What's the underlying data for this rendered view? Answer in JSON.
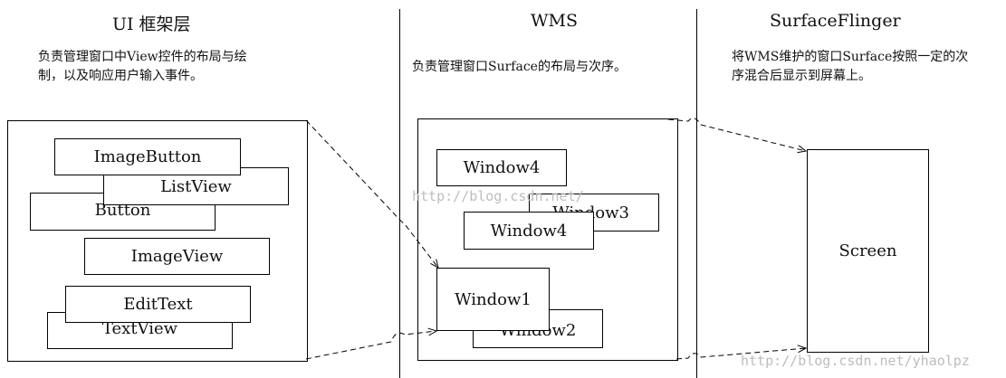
{
  "columns": {
    "ui": {
      "title": "UI 框架层",
      "desc_line1": "负责管理窗口中View控件的布局与绘",
      "desc_line2": "制，以及响应用户输入事件。",
      "widgets": {
        "image_button": "ImageButton",
        "list_view": "ListView",
        "button": "Button",
        "image_view": "ImageView",
        "edit_text": "EditText",
        "text_view": "TextView"
      }
    },
    "wms": {
      "title": "WMS",
      "desc": "负责管理窗口Surface的布局与次序。",
      "windows": {
        "window4_top": "Window4",
        "window3": "Window3",
        "window4_mid": "Window4",
        "window1": "Window1",
        "window2": "Window2"
      }
    },
    "sf": {
      "title": "SurfaceFlinger",
      "desc_line1": "将WMS维护的窗口Surface按照一定的次",
      "desc_line2": "序混合后显示到屏幕上。",
      "screen": "Screen"
    }
  },
  "watermarks": {
    "middle": "http://blog.csdn.net/",
    "bottom": "http://blog.csdn.net/yhaolpz"
  }
}
